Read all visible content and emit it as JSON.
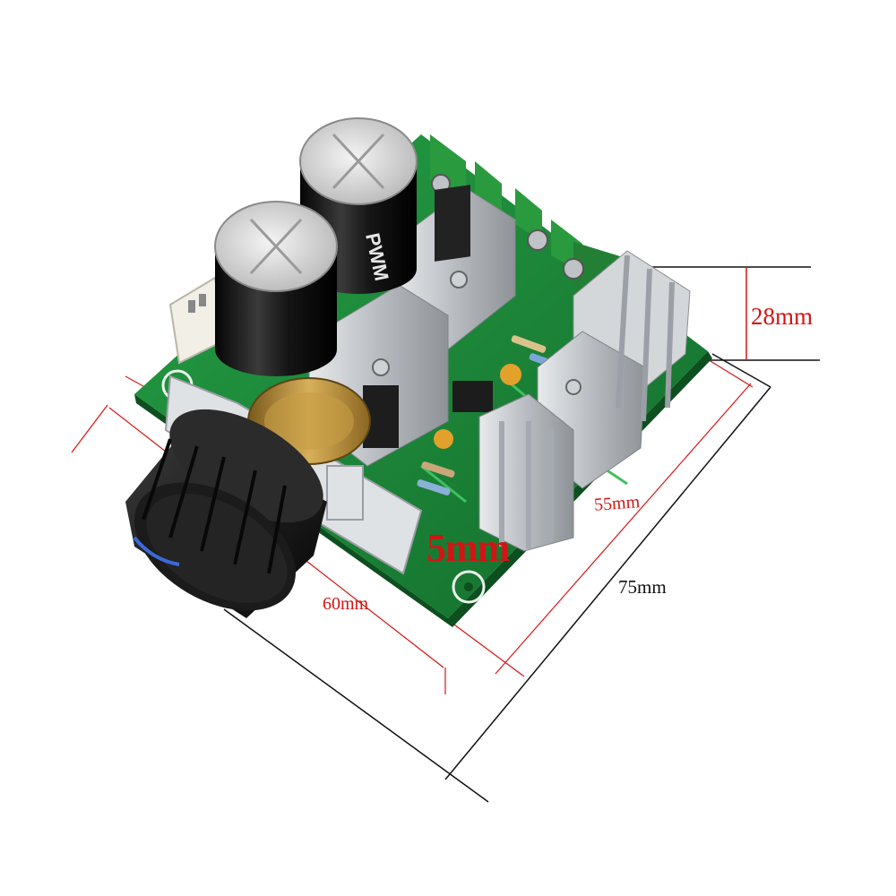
{
  "dimensions": {
    "height": {
      "label": "28mm",
      "color": "#d41414"
    },
    "width_inner": {
      "label": "55mm",
      "color": "#d41414"
    },
    "width_outer": {
      "label": "75mm",
      "color": "#111111"
    },
    "length": {
      "label": "60mm",
      "color": "#d41414"
    },
    "shaft": {
      "label": "5mm",
      "color": "#d41414"
    }
  },
  "capacitor_marking": "PWM",
  "colors": {
    "pcb": "#1b8a3a",
    "pcb_dark": "#0f5e24",
    "heatsink": "#c9ccd0",
    "capacitor": "#1a1a1a",
    "knob": "#151515",
    "terminal": "#2a9a3e",
    "pot_brass": "#b48a35"
  },
  "icons": [
    "knob-icon",
    "capacitor-icon",
    "heatsink-icon",
    "terminal-block-icon",
    "potentiometer-icon"
  ]
}
